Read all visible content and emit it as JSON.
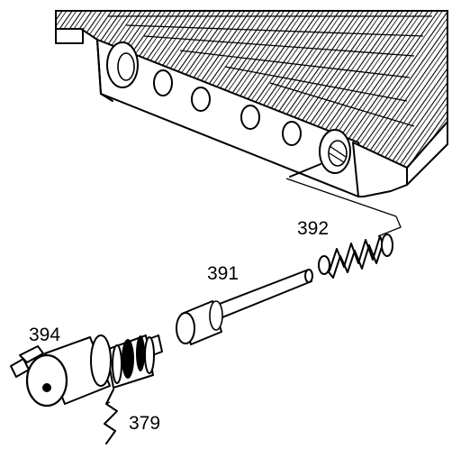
{
  "callouts": {
    "spring": "392",
    "valve": "391",
    "solenoid": "394",
    "seal": "379"
  },
  "colors": {
    "ink": "#000000",
    "paper": "#ffffff"
  }
}
